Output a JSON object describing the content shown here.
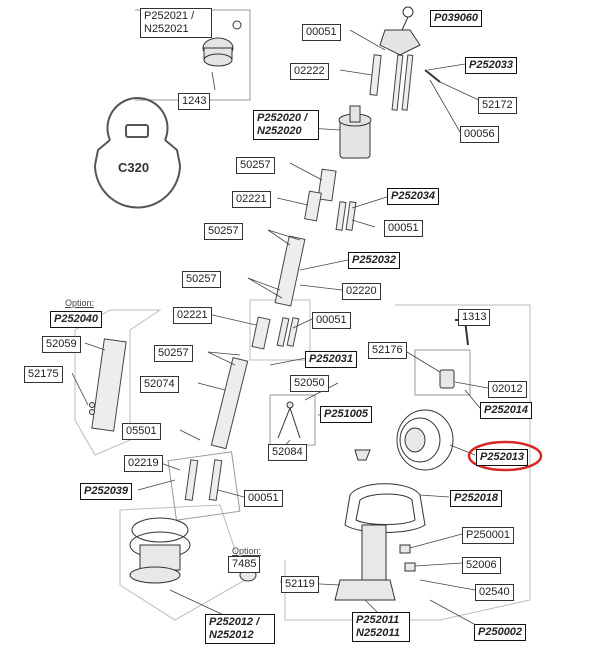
{
  "labels": {
    "l_p252021": "P252021 /\nN252021",
    "l_1243": "1243",
    "l_00051_a": "00051",
    "l_p039060": "P039060",
    "l_02222": "02222",
    "l_p252033": "P252033",
    "l_52172": "52172",
    "l_p252020": "P252020 /\nN252020",
    "l_00056": "00056",
    "l_50257_a": "50257",
    "l_02221_a": "02221",
    "l_p252034": "P252034",
    "l_00051_b": "00051",
    "l_50257_b": "50257",
    "l_p252032": "P252032",
    "l_50257_c": "50257",
    "l_02220": "02220",
    "l_p252040": "P252040",
    "l_02221_b": "02221",
    "l_00051_c": "00051",
    "l_1313": "1313",
    "l_52059": "52059",
    "l_50257_d": "50257",
    "l_52176": "52176",
    "l_p252031": "P252031",
    "l_52175": "52175",
    "l_52074": "52074",
    "l_52050": "52050",
    "l_02012": "02012",
    "l_p251005": "P251005",
    "l_p252014": "P252014",
    "l_05501": "05501",
    "l_52084": "52084",
    "l_p252013": "P252013",
    "l_02219": "02219",
    "l_p252039": "P252039",
    "l_00051_d": "00051",
    "l_p252018": "P252018",
    "l_7485": "7485",
    "l_p250001": "P250001",
    "l_52006": "52006",
    "l_52119": "52119",
    "l_02540": "02540",
    "l_p252012": "P252012 /\nN252012",
    "l_p252011": "P252011\nN252011",
    "l_p250002": "P250002"
  },
  "option_text": "Option:",
  "option_text_2": "Option:",
  "c320": "C320",
  "colors": {
    "highlight": "#d62828",
    "line": "#444444",
    "part": "#e8e8e8"
  }
}
